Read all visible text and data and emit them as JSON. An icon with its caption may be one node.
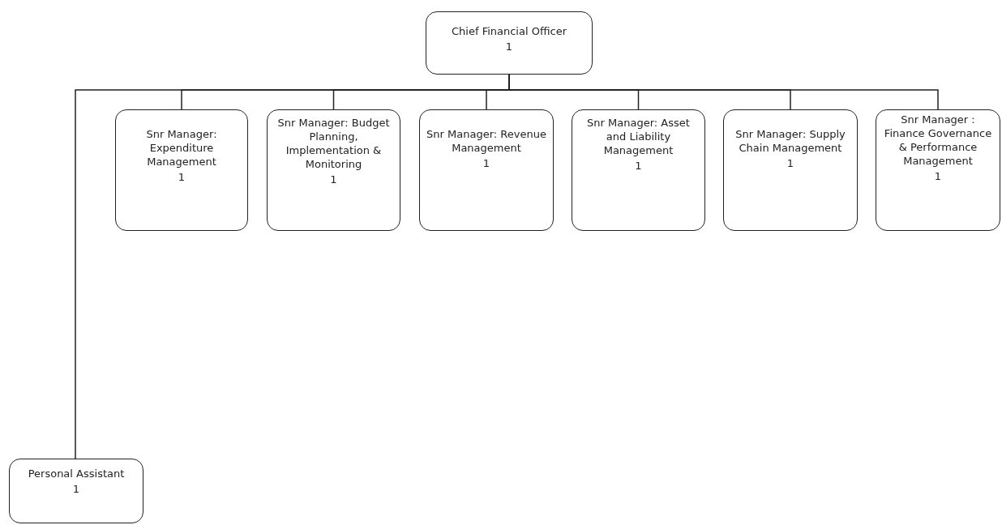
{
  "diagram": {
    "nodes": [
      {
        "text": [
          "Chief Financial Officer",
          "1"
        ]
      },
      {
        "text": [
          "Snr Manager: Expenditure Management",
          "1"
        ]
      },
      {
        "text": [
          "Snr Manager: Budget Planning, Implementation & Monitoring",
          "1"
        ]
      },
      {
        "text": [
          "Snr Manager: Revenue Management",
          "1"
        ]
      },
      {
        "text": [
          "Snr Manager: Asset and Liability Management",
          "1"
        ]
      },
      {
        "text": [
          "Snr Manager: Supply Chain Management",
          "1"
        ]
      },
      {
        "text": [
          "Snr Manager : Finance Governance & Performance Management",
          "1"
        ]
      },
      {
        "text": [
          "Personal Assistant",
          "1"
        ]
      }
    ],
    "edges": [
      {
        "from": 0,
        "to": 1,
        "arrow": "none"
      },
      {
        "from": 0,
        "to": 2,
        "arrow": "none"
      },
      {
        "from": 0,
        "to": 3,
        "arrow": "none"
      },
      {
        "from": 0,
        "to": 4,
        "arrow": "none"
      },
      {
        "from": 0,
        "to": 5,
        "arrow": "none"
      },
      {
        "from": 0,
        "to": 6,
        "arrow": "none"
      },
      {
        "from": 0,
        "to": 7,
        "arrow": "none"
      }
    ]
  }
}
